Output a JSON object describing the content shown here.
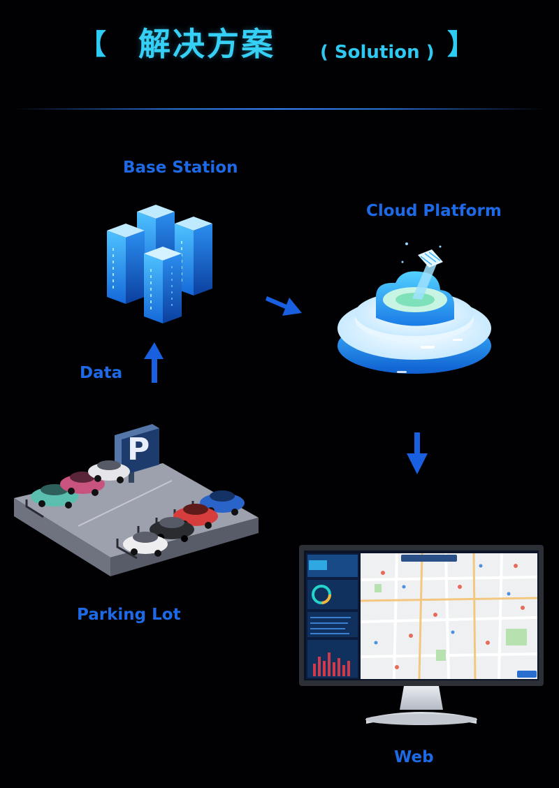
{
  "header": {
    "bracket_left": "【",
    "title_cn": "解决方案",
    "title_en": "( Solution )",
    "bracket_right": "】"
  },
  "nodes": {
    "base_station": "Base Station",
    "cloud_platform": "Cloud Platform",
    "parking_lot": "Parking Lot",
    "web": "Web"
  },
  "edges": {
    "data_label": "Data"
  },
  "parking_sign": "P",
  "colors": {
    "background": "#010104",
    "title_cyan": "#36cff5",
    "label_blue": "#1e6ae6",
    "arrow_blue": "#1860e0"
  }
}
